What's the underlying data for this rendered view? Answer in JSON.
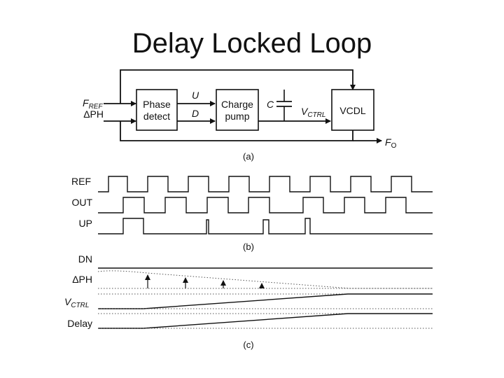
{
  "title": "Delay Locked Loop",
  "block": {
    "f_ref": "F",
    "f_ref_sub": "REF",
    "dph": "ΔPH",
    "phase_detect": [
      "Phase",
      "detect"
    ],
    "charge_pump": [
      "Charge",
      "pump"
    ],
    "u": "U",
    "d": "D",
    "c": "C",
    "vctrl": "V",
    "vctrl_sub": "CTRL",
    "vcdl": "VCDL",
    "f_o": "F",
    "f_o_sub": "O"
  },
  "captions": {
    "a": "(a)",
    "b": "(b)",
    "c": "(c)"
  },
  "waves_b": {
    "ref": "REF",
    "out": "OUT",
    "up": "UP"
  },
  "waves_c": {
    "dn": "DN",
    "dph": "ΔPH",
    "vctrl": "V",
    "vctrl_sub": "CTRL",
    "delay": "Delay"
  }
}
